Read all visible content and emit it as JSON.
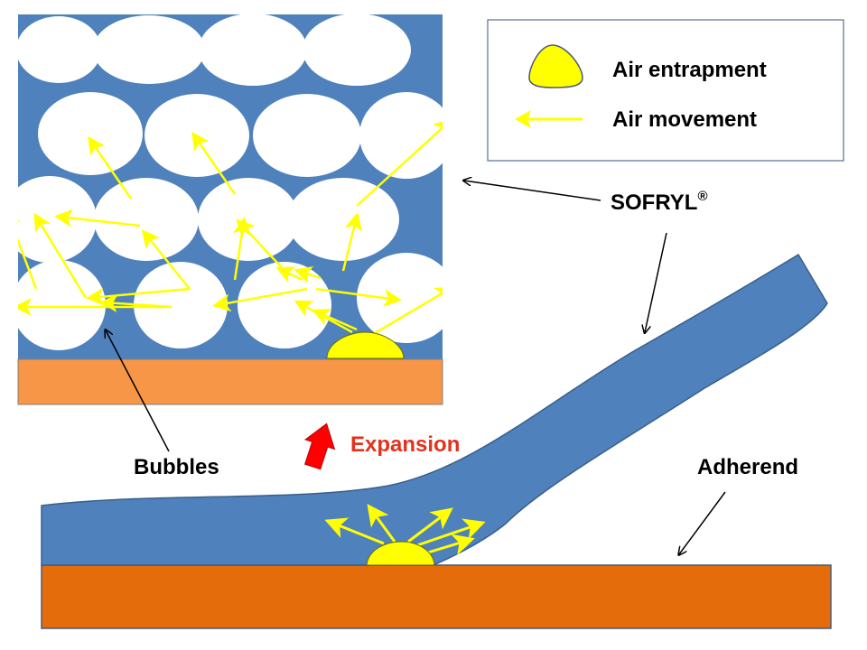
{
  "legend": {
    "air_entrapment": "Air entrapment",
    "air_movement": "Air movement"
  },
  "labels": {
    "product": "SOFRYL",
    "product_mark": "®",
    "bubbles": "Bubbles",
    "expansion": "Expansion",
    "adherend": "Adherend"
  },
  "colors": {
    "foam_blue": "#4f81bd",
    "substrate_light": "#f79646",
    "substrate_dark": "#e46c0a",
    "air_yellow": "#ffff00",
    "expansion_red": "#ff0000",
    "expansion_text": "#e2311d",
    "bubble_white": "#ffffff"
  }
}
